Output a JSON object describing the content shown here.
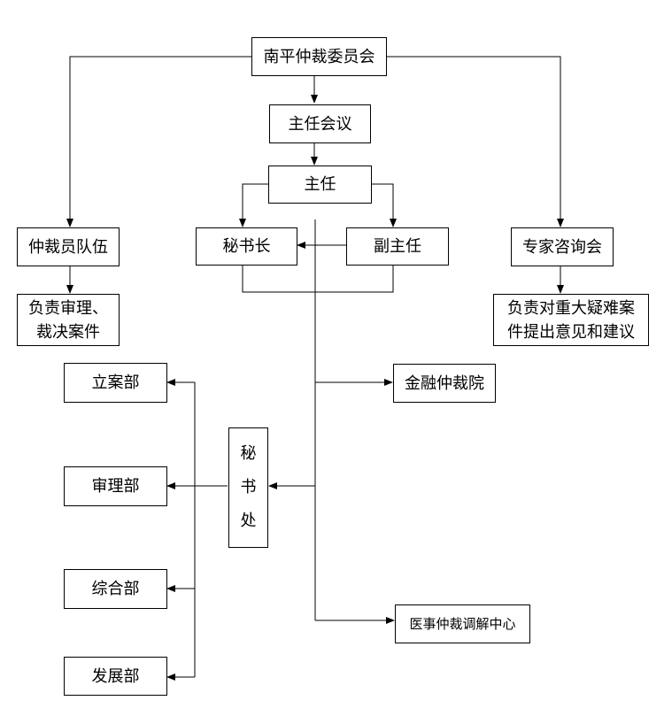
{
  "nodes": {
    "committee": "南平仲裁委员会",
    "directors_meeting": "主任会议",
    "director": "主任",
    "arbitrators": "仲裁员队伍",
    "secretary_general": "秘书长",
    "deputy_director": "副主任",
    "expert_council": "专家咨询会",
    "arbitrators_duty_1": "负责审理、",
    "arbitrators_duty_2": "裁决案件",
    "expert_duty_1": "负责对重大疑难案",
    "expert_duty_2": "件提出意见和建议",
    "case_filing_dept": "立案部",
    "financial_institute": "金融仲裁院",
    "secretariat_1": "秘",
    "secretariat_2": "书",
    "secretariat_3": "处",
    "trial_dept": "审理部",
    "general_dept": "综合部",
    "development_dept": "发展部",
    "medical_center": "医事仲裁调解中心"
  }
}
